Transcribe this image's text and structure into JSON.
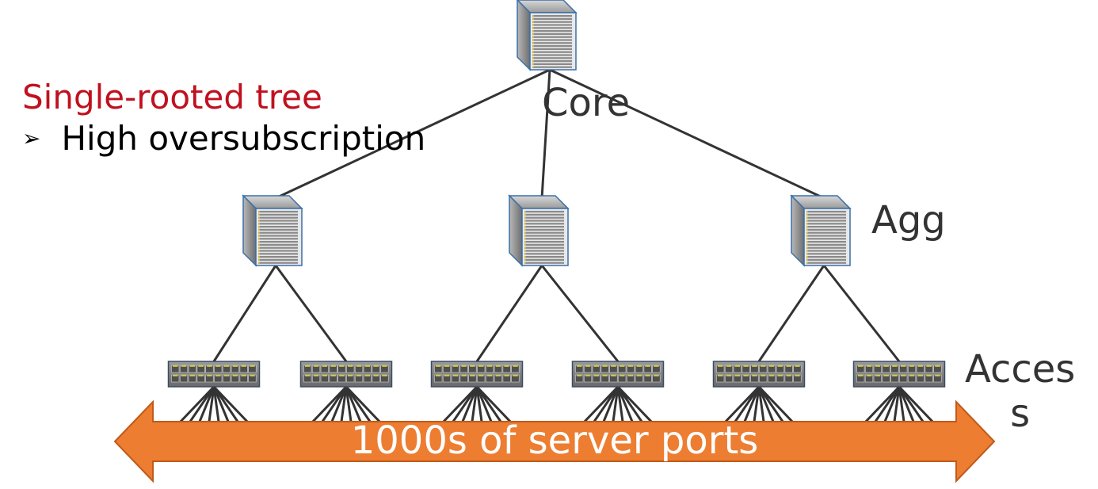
{
  "title": "Single-rooted tree",
  "bullets": [
    {
      "icon": "arrowhead-bullet-icon",
      "text": "High oversubscription"
    }
  ],
  "tiers": {
    "core": "Core",
    "agg": "Agg",
    "access_line1": "Acces",
    "access_line2": "s"
  },
  "banner": "1000s of server ports",
  "colors": {
    "title": "#c0111f",
    "arrow": "#ed7d31",
    "arrow_border": "#c05a1a",
    "link": "#333333",
    "switch_border": "#3a6fa8"
  },
  "topology": {
    "core_switches": 1,
    "agg_switches": 3,
    "access_per_agg": 2,
    "server_links_per_access": 8
  }
}
